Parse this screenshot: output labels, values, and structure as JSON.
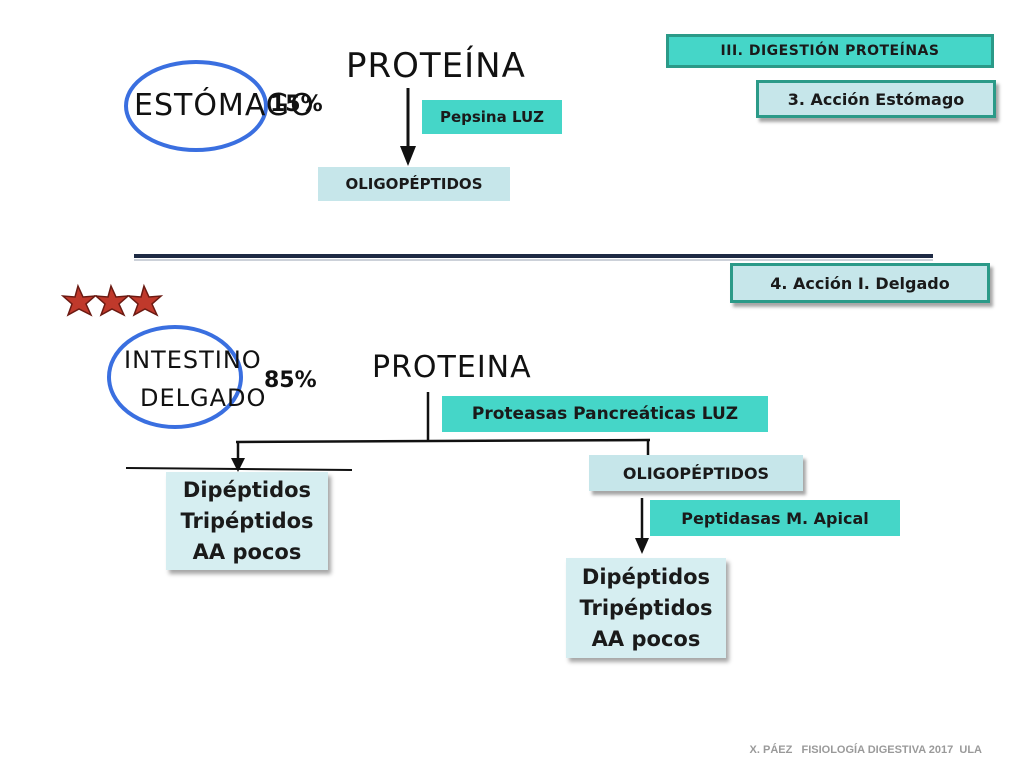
{
  "header": {
    "section_title": "III. DIGESTIÓN PROTEÍNAS",
    "stomach_heading": "3. Acción Estómago",
    "intestine_heading": "4. Acción I. Delgado"
  },
  "stomach": {
    "organ_label": "ESTÓMAGO",
    "percent": "15%",
    "protein_label": "PROTEÍNA",
    "enzyme": "Pepsina LUZ",
    "product": "OLIGOPÉPTIDOS"
  },
  "intestine": {
    "organ_label_line1": "INTESTINO",
    "organ_label_line2": "DELGADO",
    "percent": "85%",
    "protein_label": "PROTEINA",
    "enzyme": "Proteasas Pancreáticas LUZ",
    "oligo": "OLIGOPÉPTIDOS",
    "apical_enzyme": "Peptidasas M. Apical",
    "left_result": [
      "Dipéptidos",
      "Tripéptidos",
      "AA pocos"
    ],
    "right_result": [
      "Dipéptidos",
      "Tripéptidos",
      "AA pocos"
    ]
  },
  "decor": {
    "stars": "***"
  },
  "footer": "X. PÁEZ   FISIOLOGÍA DIGESTIVA 2017  ULA",
  "colors": {
    "cyan": "#45d6c8",
    "light_cyan": "#c6e6ea",
    "border_teal": "#2b9a88",
    "circle_blue": "#3a6fe0",
    "stars_red": "#c0392b"
  }
}
